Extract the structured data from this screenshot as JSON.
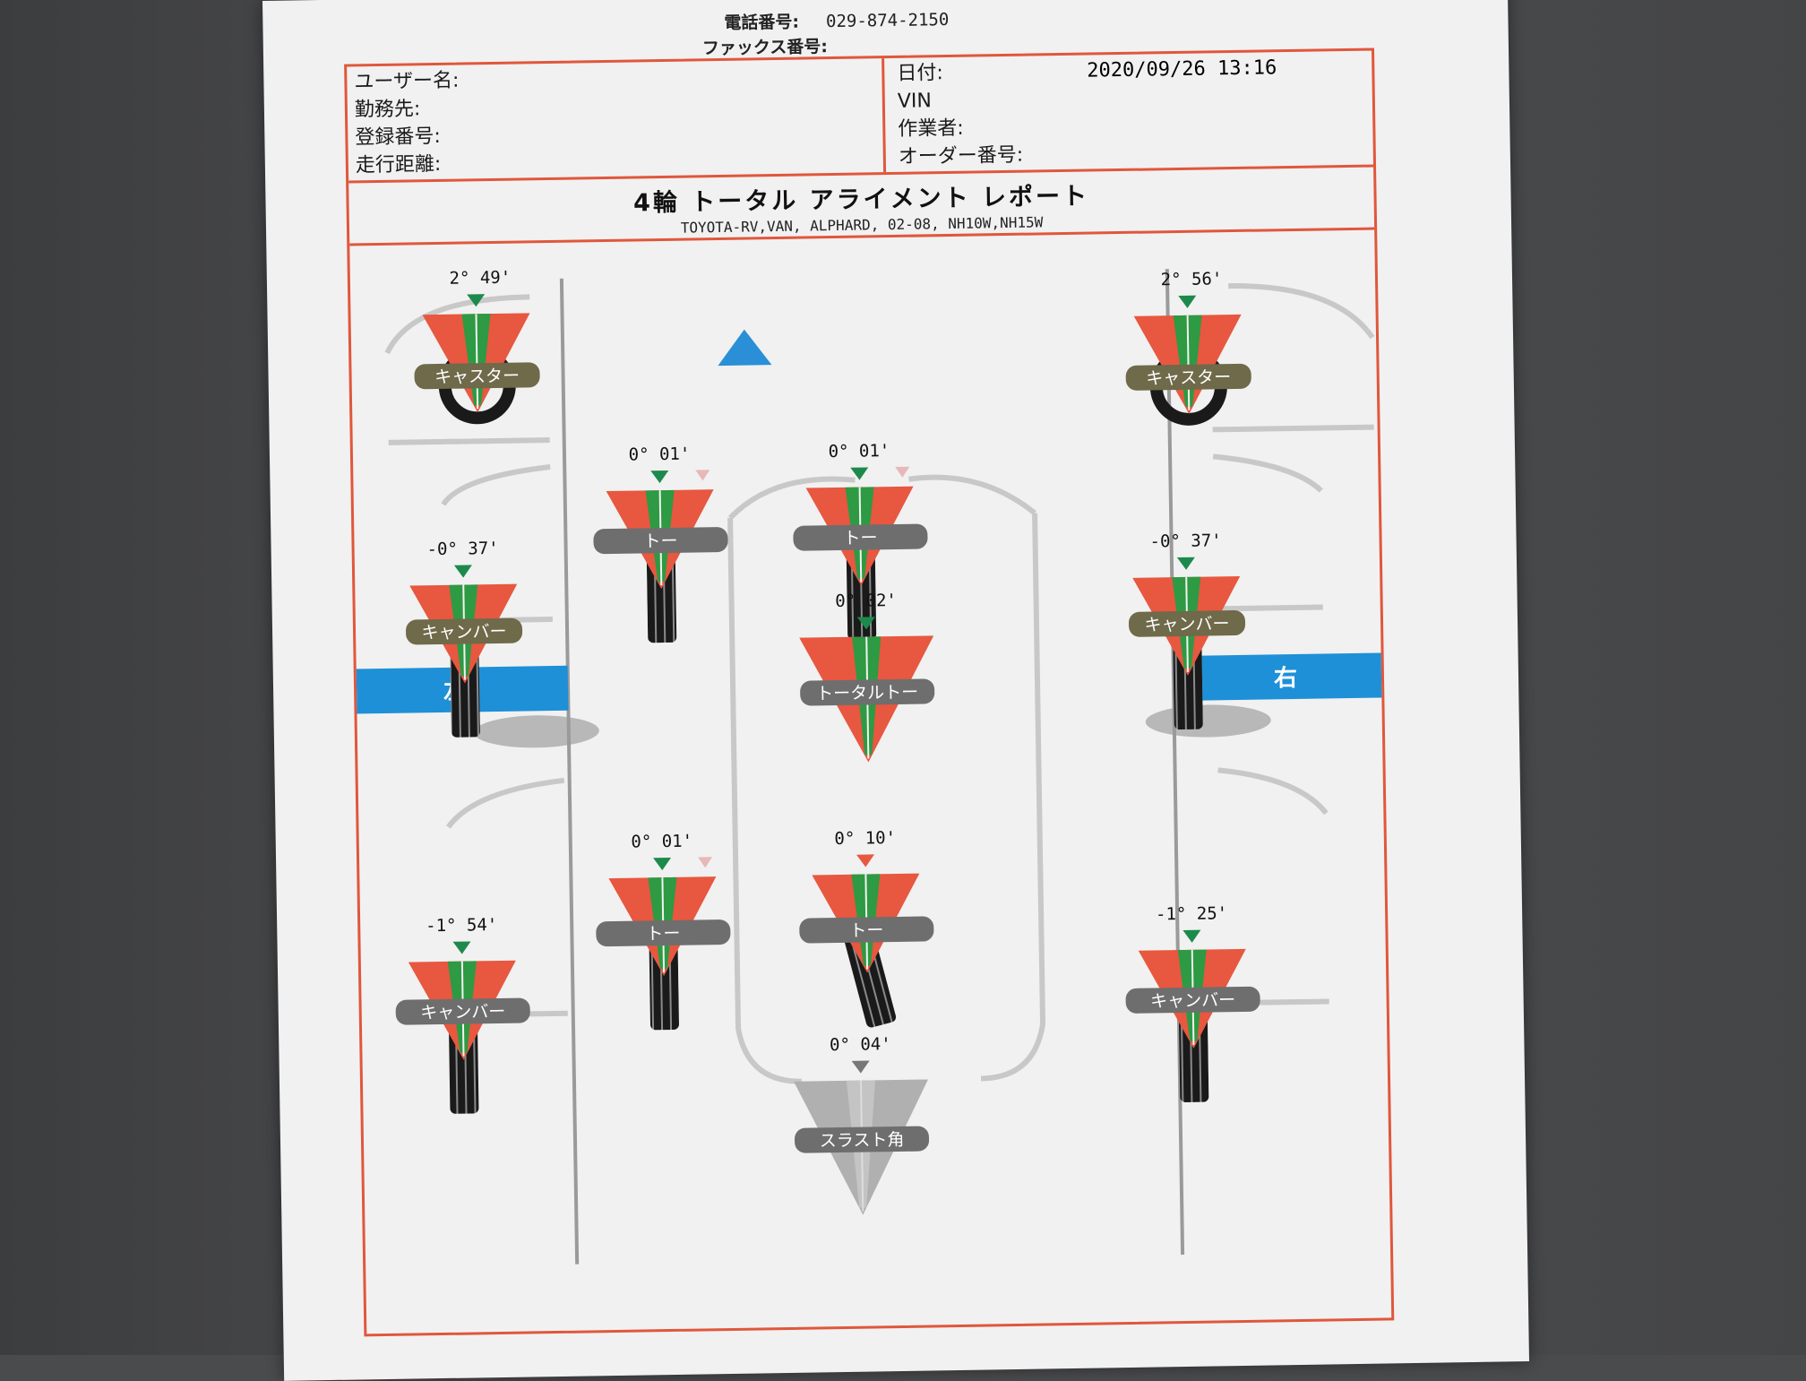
{
  "header": {
    "phone_label": "電話番号:",
    "phone_value": "029-874-2150",
    "fax_label": "ファックス番号:"
  },
  "info": {
    "left": [
      "ユーザー名:",
      "勤務先:",
      "登録番号:",
      "走行距離:"
    ],
    "right": [
      "日付:",
      "VIN",
      "作業者:",
      "オーダー番号:"
    ],
    "date_value": "2020/09/26  13:16"
  },
  "report": {
    "title": "4輪 トータル アライメント レポート",
    "subtitle": "TOYOTA-RV,VAN, ALPHARD, 02-08, NH10W,NH15W"
  },
  "sides": {
    "left": "左",
    "right": "右"
  },
  "measurements": {
    "left_caster": {
      "label": "キャスター",
      "value": "2° 49'"
    },
    "right_caster": {
      "label": "キャスター",
      "value": "2° 56'"
    },
    "left_front_camber": {
      "label": "キャンバー",
      "value": "-0° 37'"
    },
    "right_front_camber": {
      "label": "キャンバー",
      "value": "-0° 37'"
    },
    "front_left_toe": {
      "label": "トー",
      "value": "0° 01'"
    },
    "front_right_toe": {
      "label": "トー",
      "value": "0° 01'"
    },
    "total_toe": {
      "label": "トータルトー",
      "value": "0° 02'"
    },
    "rear_left_toe": {
      "label": "トー",
      "value": "0° 01'"
    },
    "rear_right_toe": {
      "label": "トー",
      "value": "0° 10'"
    },
    "left_rear_camber": {
      "label": "キャンバー",
      "value": "-1° 54'"
    },
    "right_rear_camber": {
      "label": "キャンバー",
      "value": "-1° 25'"
    },
    "thrust_angle": {
      "label": "スラスト角",
      "value": "0° 04'"
    }
  },
  "colors": {
    "red_zone": "#e8573f",
    "green_zone": "#2e9a43",
    "marker_green": "#1d8a4b",
    "label_olive": "#6e6a4a",
    "label_gray": "#6e6e6e",
    "side_bar_blue": "#1e90d8",
    "frame_red": "#e0573c",
    "forward_arrow": "#2a8fd6"
  }
}
